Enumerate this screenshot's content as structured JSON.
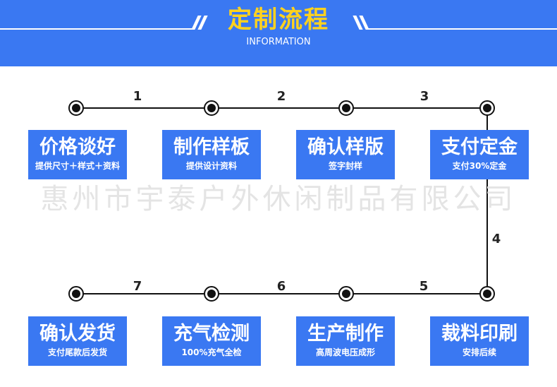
{
  "header": {
    "title": "定制流程",
    "subtitle": "INFORMATION"
  },
  "watermark": "惠州市宇泰户外休闲制品有限公司",
  "colors": {
    "header_bg": "#3a78f2",
    "title_text": "#ffd21e",
    "box_bg": "#3a78f2",
    "line": "#111111"
  },
  "connector_labels": [
    "1",
    "2",
    "3",
    "4",
    "5",
    "6",
    "7"
  ],
  "steps": [
    {
      "title": "价格谈好",
      "subtitle": "提供尺寸＋样式＋资料"
    },
    {
      "title": "制作样板",
      "subtitle": "提供设计资料"
    },
    {
      "title": "确认样版",
      "subtitle": "签字封样"
    },
    {
      "title": "支付定金",
      "subtitle": "支付30%定金"
    },
    {
      "title": "裁料印刷",
      "subtitle": "安排后续"
    },
    {
      "title": "生产制作",
      "subtitle": "高周波电压成形"
    },
    {
      "title": "充气检测",
      "subtitle": "100%充气全检"
    },
    {
      "title": "确认发货",
      "subtitle": "支付尾款后发货"
    }
  ]
}
